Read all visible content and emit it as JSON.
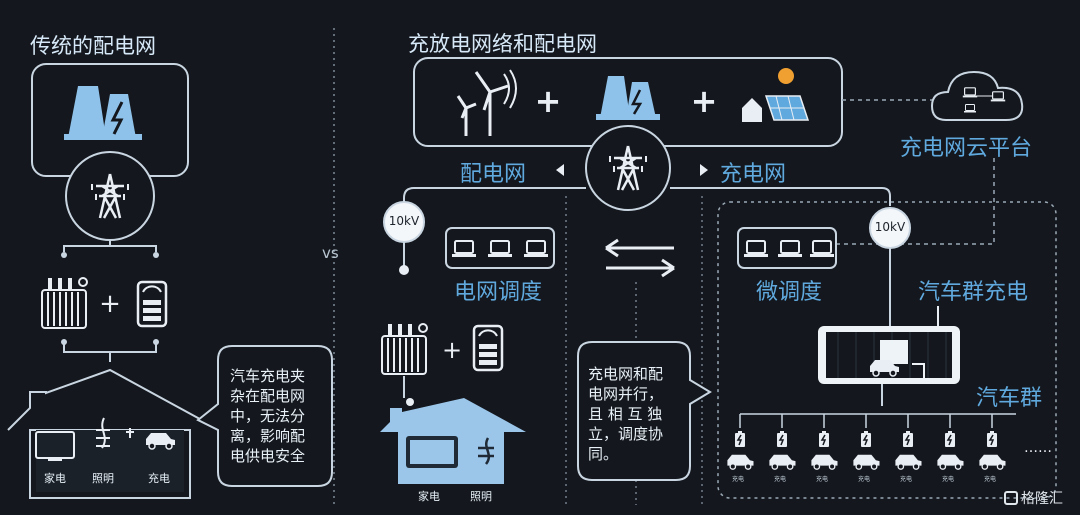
{
  "left": {
    "title": "传统的配电网",
    "note_lines": [
      "汽车充电夹",
      "杂在配电网",
      "中，无法分",
      "离，影响配",
      "电供电安全"
    ],
    "house_labels": [
      "家电",
      "照明",
      "充电"
    ]
  },
  "vs": "vs",
  "right": {
    "title": "充放电网络和配电网",
    "plus_1": "+",
    "plus_2": "+",
    "dist_label": "配电网",
    "charge_label": "充电网",
    "cloud_label": "充电网云平台",
    "kv_left": "10kV",
    "kv_right": "10kV",
    "grid_dispatch": "电网调度",
    "micro_dispatch": "微调度",
    "car_charging": "汽车群充电",
    "car_group": "汽车群",
    "note_lines": [
      "充电网和配",
      "电网并行，",
      "且 相 互 独",
      "立，调度协",
      "同。"
    ],
    "house_labels": [
      "家电",
      "照明"
    ],
    "car_mini_label": "充电",
    "dots": "……"
  },
  "watermark": "格隆汇",
  "colors": {
    "accent": "#5fa9de",
    "line": "#c9d6e2",
    "bg": "#14171d"
  }
}
